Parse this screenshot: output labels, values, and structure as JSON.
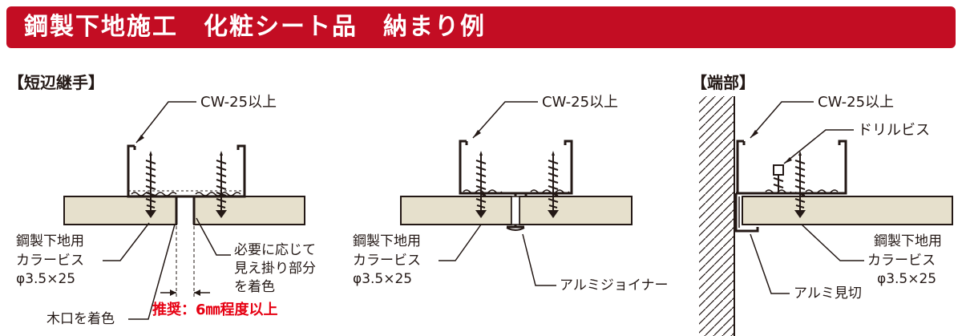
{
  "title": "鋼製下地施工　化粧シート品　納まり例",
  "colors": {
    "title_bg": "#c30d23",
    "title_text": "#ffffff",
    "board": "#e6e0cc",
    "highlight_text": "#e60012",
    "stroke": "#231815"
  },
  "section_short_joint": {
    "heading": "【短辺継手】",
    "channel_label": "CW-25以上",
    "screw_label": [
      "鋼製下地用",
      "カラービス",
      "φ3.5×25"
    ],
    "note_label": [
      "必要に応じて",
      "見え掛り部分",
      "を着色"
    ],
    "edge_label": "木口を着色",
    "recommend_label": "推奨：6㎜程度以上"
  },
  "section_joiner": {
    "channel_label": "CW-25以上",
    "screw_label": [
      "鋼製下地用",
      "カラービス",
      "φ3.5×25"
    ],
    "joiner_label": "アルミジョイナー"
  },
  "section_end": {
    "heading": "【端部】",
    "channel_label": "CW-25以上",
    "drill_label": "ドリルビス",
    "screw_label": [
      "鋼製下地用",
      "カラービス",
      "φ3.5×25"
    ],
    "trim_label": "アルミ見切"
  }
}
